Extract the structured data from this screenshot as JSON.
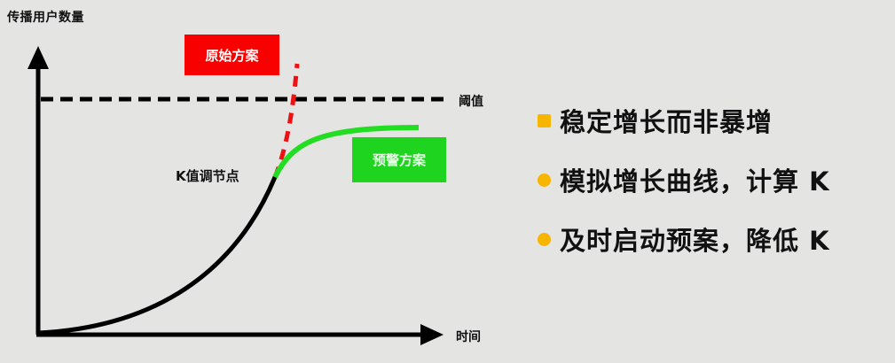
{
  "diagram": {
    "y_axis_label": "传播用户数量",
    "x_axis_label": "时间",
    "threshold_label": "阈值",
    "k_node_label": "K值调节点",
    "original_plan_label": "原始方案",
    "contingency_plan_label": "预警方案",
    "colors": {
      "background": "#e4e4e3",
      "axis": "#000000",
      "original_curve": "#ee1111",
      "original_box": "#f80000",
      "plan_curve": "#22dd22",
      "plan_box": "#1fd41f",
      "bullet": "#f7b500"
    }
  },
  "bullets": [
    {
      "text": "稳定增长而非暴增"
    },
    {
      "text": "模拟增长曲线，计算 K"
    },
    {
      "text": "及时启动预案，降低 K"
    }
  ]
}
